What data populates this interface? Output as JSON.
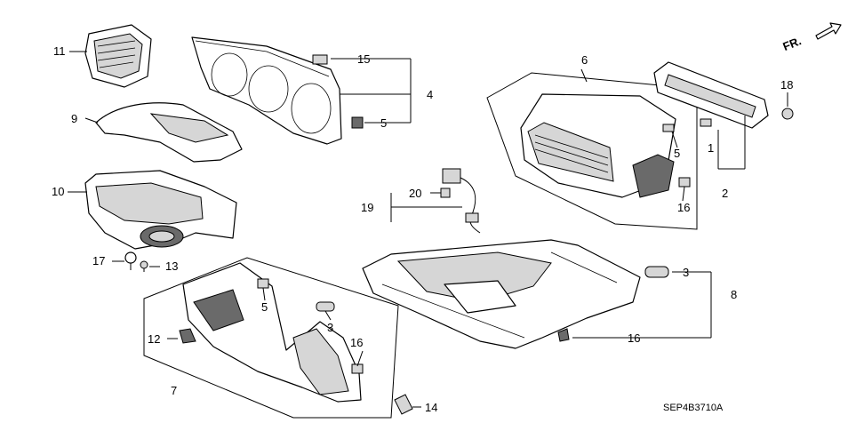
{
  "diagram": {
    "code": "SEP4B3710A",
    "direction_label": "FR.",
    "callouts": {
      "c1": "1",
      "c2": "2",
      "c3a": "3",
      "c3b": "3",
      "c4": "4",
      "c5a": "5",
      "c5b": "5",
      "c5c": "5",
      "c6": "6",
      "c7": "7",
      "c8": "8",
      "c9": "9",
      "c10": "10",
      "c11": "11",
      "c12": "12",
      "c13": "13",
      "c14": "14",
      "c15": "15",
      "c16a": "16",
      "c16b": "16",
      "c16c": "16",
      "c17": "17",
      "c18": "18",
      "c19": "19",
      "c20": "20"
    }
  }
}
